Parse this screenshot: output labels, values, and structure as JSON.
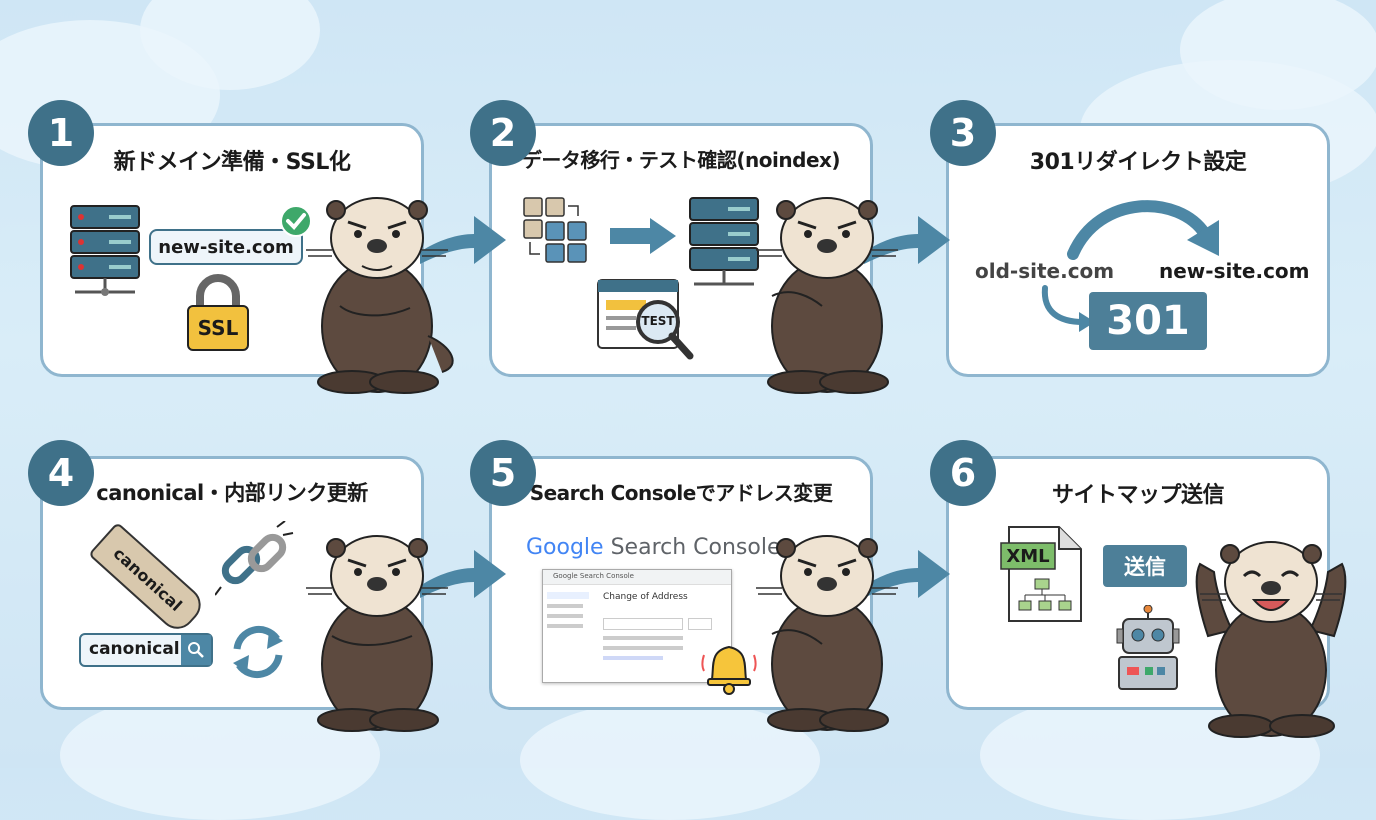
{
  "steps": [
    {
      "num": "1",
      "title": "新ドメイン準備・SSL化"
    },
    {
      "num": "2",
      "title": "データ移行・テスト確認(noindex)"
    },
    {
      "num": "3",
      "title": "301リダイレクト設定"
    },
    {
      "num": "4",
      "title": "canonical・内部リンク更新"
    },
    {
      "num": "5",
      "title": "Search Consoleでアドレス変更"
    },
    {
      "num": "6",
      "title": "サイトマップ送信"
    }
  ],
  "step1": {
    "domain": "new-site.com",
    "lock": "SSL"
  },
  "step2": {
    "magnifier": "TEST"
  },
  "step3": {
    "old_domain": "old-site.com",
    "new_domain": "new-site.com",
    "code": "301"
  },
  "step4": {
    "tag": "canonical",
    "search_text": "canonical"
  },
  "step5": {
    "logo_google": "Google",
    "logo_product": "Search Console",
    "screenshot_header": "Google Search Console",
    "screenshot_heading": "Change of Address"
  },
  "step6": {
    "file": "XML",
    "send": "送信"
  },
  "colors": {
    "primary": "#3f7189",
    "border": "#8fb6cf",
    "otter": "#5d4a3f",
    "face": "#efe3d2"
  }
}
